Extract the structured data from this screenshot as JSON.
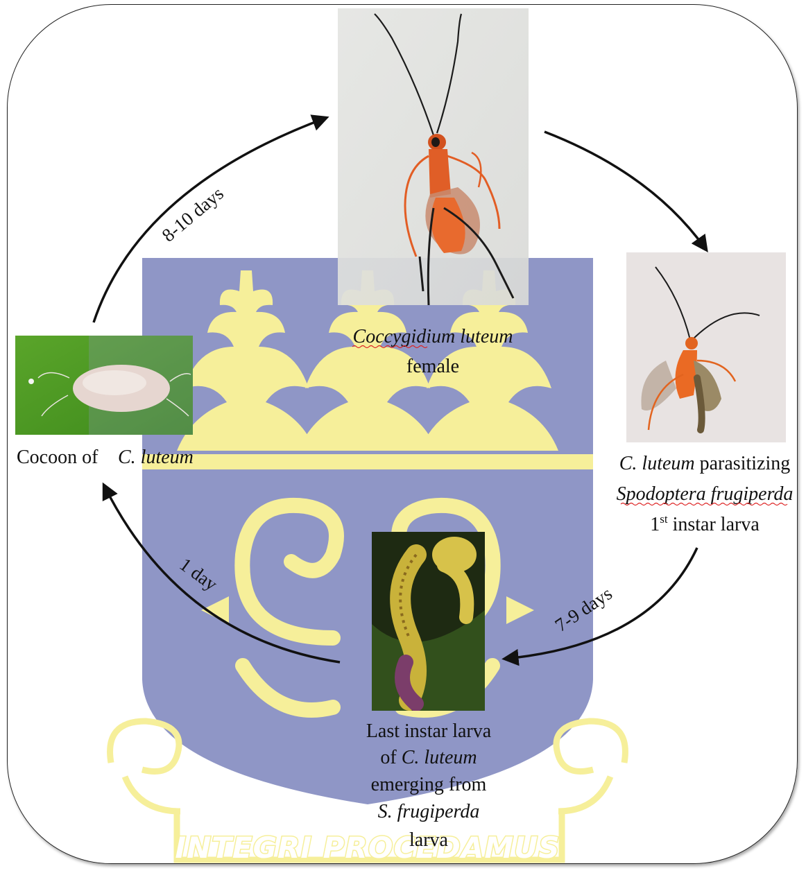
{
  "colors": {
    "shield": "#8f96c6",
    "crest": "#f6ef9a",
    "arrow": "#111111",
    "frame": "#222222",
    "spellcheck_underline": "#dd2222"
  },
  "watermark": {
    "motto": "INTEGRI PROCEDAMUS"
  },
  "stages": {
    "adult": {
      "species": "Coccygidium luteum",
      "desc": "female"
    },
    "parasitizing": {
      "species_short": "C. luteum",
      "action": " parasitizing",
      "host": "Spodoptera frugiperda",
      "instar_num": "1",
      "instar_sup": "st",
      "instar_rest": " instar larva"
    },
    "larva": {
      "line1": "Last instar larva",
      "line2_pre": "of ",
      "line2_species": "C. luteum",
      "line3": "emerging from",
      "line4": "S. frugiperda",
      "line5": "larva"
    },
    "cocoon": {
      "prefix": "Cocoon of",
      "species": "C. luteum"
    }
  },
  "transitions": {
    "cocoon_to_adult": "8-10 days",
    "parasitizing_to_larva": "7-9 days",
    "larva_to_cocoon": "1 day"
  }
}
